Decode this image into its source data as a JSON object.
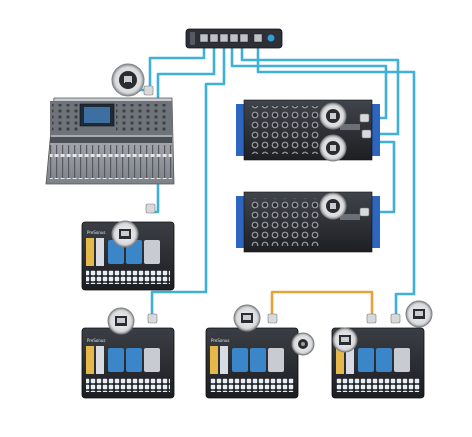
{
  "diagram": {
    "devices": {
      "switch": {
        "name": "network-switch",
        "type": "avb-switch"
      },
      "console": {
        "name": "digital-mixing-console",
        "type": "console"
      },
      "stageboxes": [
        {
          "name": "stage-box-top",
          "type": "stage-box"
        },
        {
          "name": "stage-box-bottom",
          "type": "stage-box"
        }
      ],
      "monitor_mixers": [
        {
          "name": "monitor-mixer-a",
          "type": "personal-mixer",
          "logo": "PreSonus"
        },
        {
          "name": "monitor-mixer-b",
          "type": "personal-mixer",
          "logo": "PreSonus"
        },
        {
          "name": "monitor-mixer-c",
          "type": "personal-mixer",
          "logo": "PreSonus"
        },
        {
          "name": "monitor-mixer-d",
          "type": "personal-mixer",
          "logo": "PreSonus"
        }
      ]
    },
    "cables": {
      "network_color": "#3fb0d8",
      "link_color": "#e8a23a"
    },
    "connector_icons": [
      "ethercon-jack-icon",
      "rj45-port-icon",
      "power-connector-icon"
    ]
  }
}
